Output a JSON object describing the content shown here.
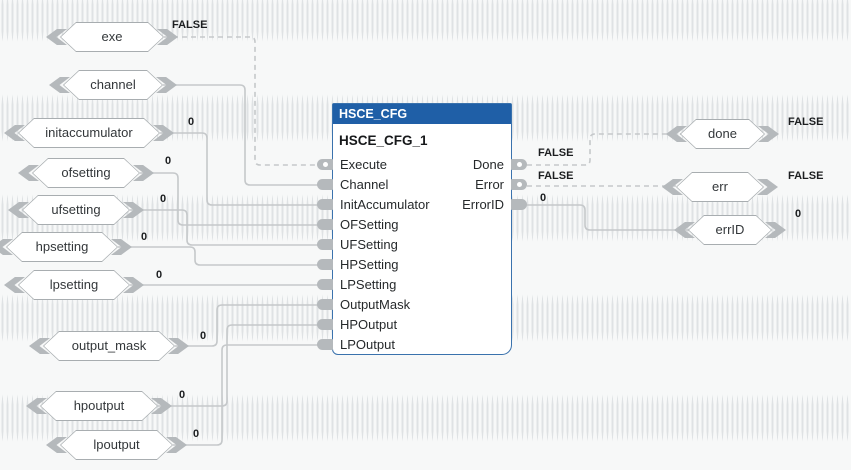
{
  "colors": {
    "canvas_background": "#f7f8f8",
    "grid_dot": "#dfe2e4",
    "block_header_blue": "#1f5fa7",
    "block_border_blue": "#3a72ad",
    "wire_gray": "#c5c8ca",
    "connector_gray": "#b5b9bc",
    "text_dark": "#26292b"
  },
  "block": {
    "type_name": "HSCE_CFG",
    "instance_name": "HSCE_CFG_1",
    "inputs": [
      {
        "label": "Execute"
      },
      {
        "label": "Channel"
      },
      {
        "label": "InitAccumulator"
      },
      {
        "label": "OFSetting"
      },
      {
        "label": "UFSetting"
      },
      {
        "label": "HPSetting"
      },
      {
        "label": "LPSetting"
      },
      {
        "label": "OutputMask"
      },
      {
        "label": "HPOutput"
      },
      {
        "label": "LPOutput"
      }
    ],
    "outputs": [
      {
        "label": "Done",
        "value": "FALSE"
      },
      {
        "label": "Error",
        "value": "FALSE"
      },
      {
        "label": "ErrorID",
        "value": "0"
      }
    ]
  },
  "input_tags": [
    {
      "label": "exe",
      "value": "FALSE"
    },
    {
      "label": "channel"
    },
    {
      "label": "initaccumulator",
      "value": "0"
    },
    {
      "label": "ofsetting",
      "value": "0"
    },
    {
      "label": "ufsetting",
      "value": "0"
    },
    {
      "label": "hpsetting",
      "value": "0"
    },
    {
      "label": "lpsetting",
      "value": "0"
    },
    {
      "label": "output_mask",
      "value": "0"
    },
    {
      "label": "hpoutput",
      "value": "0"
    },
    {
      "label": "lpoutput",
      "value": "0"
    }
  ],
  "output_tags": [
    {
      "label": "done",
      "value": "FALSE"
    },
    {
      "label": "err",
      "value": "FALSE"
    },
    {
      "label": "errID",
      "value": "0"
    }
  ]
}
